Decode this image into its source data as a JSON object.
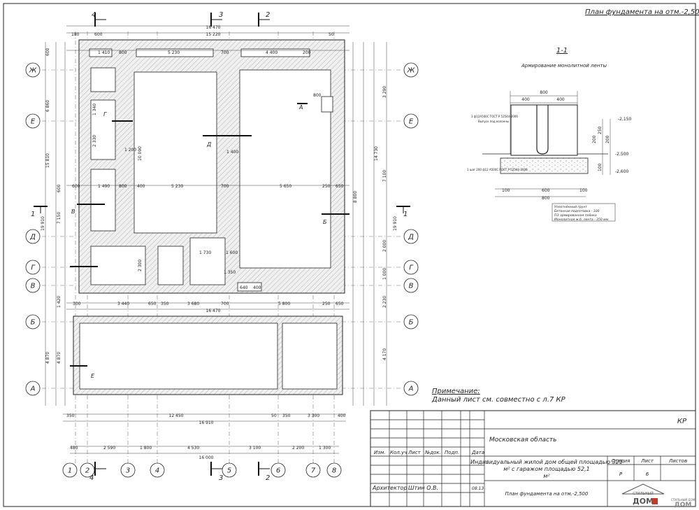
{
  "sheet": {
    "header_title": "План фундамента на отм.-2,500",
    "note_title": "Примечание:",
    "note_text": "Данный лист см. совместно с л.7 КР"
  },
  "plan": {
    "row_axes": [
      "Ж",
      "Е",
      "Д",
      "Г",
      "В",
      "Б",
      "А"
    ],
    "col_axes": [
      "1",
      "2",
      "3",
      "4",
      "5",
      "6",
      "7",
      "8"
    ],
    "cut_marks": [
      "4",
      "3",
      "2",
      "1",
      "1",
      "4",
      "3",
      "2"
    ],
    "section_letters": [
      "А",
      "Б",
      "В",
      "Г",
      "Д",
      "Е"
    ],
    "bottom_dims": [
      "480",
      "2 590",
      "1 800",
      "4 530",
      "3 100",
      "2 200",
      "1 300"
    ],
    "bottom_total": "16 000",
    "lower_dims": [
      "350",
      "12 450",
      "50",
      "350",
      "3 300",
      "400"
    ],
    "lower_total": "16 910",
    "top_total": "16 470",
    "top_inner": "15 220",
    "top_margins": [
      "600",
      "50",
      "180"
    ],
    "top_segments": [
      "1 410",
      "800",
      "5 230",
      "700",
      "4 400",
      "200"
    ],
    "mid_segments": [
      "600",
      "1 490",
      "800",
      "400",
      "5 230",
      "700",
      "5 650",
      "250",
      "650"
    ],
    "row_segments": [
      "300",
      "3 440",
      "650",
      "350",
      "3 680",
      "700",
      "5 800",
      "250",
      "650"
    ],
    "row_total": "16 470",
    "left_dims": [
      "600",
      "6 860",
      "15 810",
      "600",
      "7 150",
      "19 910",
      "1 420",
      "4 870",
      "4 870"
    ],
    "right_dims": [
      "3 290",
      "14 730",
      "7 100",
      "2 000",
      "1 000",
      "19 910",
      "2 230",
      "4 170"
    ],
    "inner_dims": [
      "1 200",
      "1 400",
      "1 730",
      "1 600",
      "1 350",
      "640",
      "400",
      "800",
      "10 090",
      "8 800",
      "2 330",
      "1 340",
      "2 300"
    ]
  },
  "section": {
    "title": "1-1",
    "label": "Армирование монолитной ленты",
    "top_width": "800",
    "half_widths": [
      "400",
      "400"
    ],
    "bottom_widths": [
      "100",
      "600",
      "100"
    ],
    "bottom_total": "800",
    "levels": [
      "-2,150",
      "-2,500",
      "-2,600"
    ],
    "heights": [
      "250",
      "100",
      "200",
      "200"
    ],
    "rebar_note_1": "3 ф12А500С ГОСТ Р 52544-2006",
    "rebar_note_1b": "Выпуск под колонны",
    "rebar_note_2": "1 шаг 200 ф12 А500С ГОСТ Р 52544-2006",
    "layers": [
      "Уплотнённый грунт",
      "Бетонная подготовка - 100",
      "ПЭ армированная плёнка",
      "Монолитная ж.б. лента - 350 мм"
    ]
  },
  "stamp": {
    "code": "КР",
    "region": "Московская область",
    "project": "Индивидуальный жилой дом общей площадью 321 м² с гаражом площадью 52,1 м²",
    "sheet_title": "План фундамента на отм.-2,500",
    "col_headers": [
      "Изм.",
      "Кол.уч",
      "Лист",
      "№док.",
      "Подп.",
      "Дата"
    ],
    "role": "Архитектор",
    "person": "Штин О.В.",
    "date": "08.13",
    "stage_label": "Стадия",
    "sheet_label": "Лист",
    "sheets_label": "Листов",
    "stage": "Р",
    "sheet": "6",
    "logo_top": "СТИЛЬНЫЙ",
    "logo_main": "ДОМ",
    "logo_small": "СТИЛЬНЫЙ ДОМ"
  }
}
